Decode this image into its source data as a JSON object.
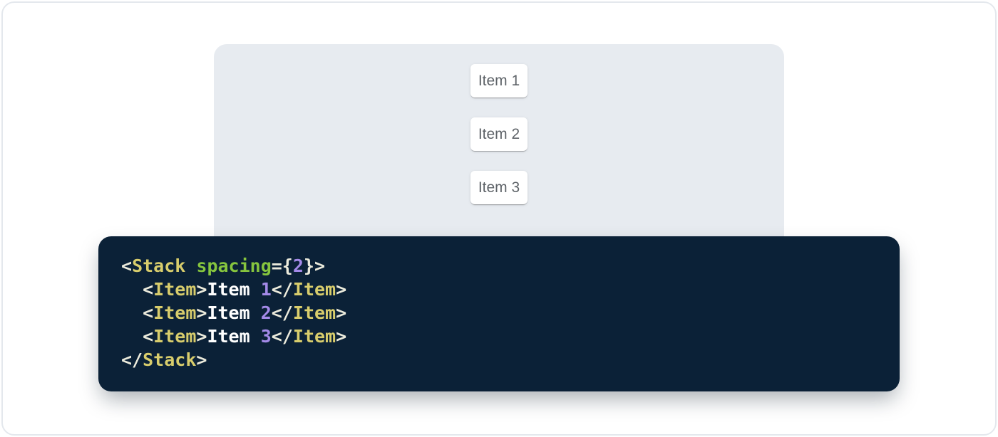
{
  "page": {
    "background": "#ffffff",
    "frame_border_color": "#e4e8ed"
  },
  "demo_panel": {
    "background": "#e7ebf0",
    "items": [
      "Item 1",
      "Item 2",
      "Item 3"
    ],
    "item_text_color": "#5e6368"
  },
  "code_block": {
    "background": "#0b2137",
    "language": "jsx",
    "source": "<Stack spacing={2}>\n  <Item>Item 1</Item>\n  <Item>Item 2</Item>\n  <Item>Item 3</Item>\n</Stack>",
    "token_colors": {
      "punct": "#ECEBDC",
      "tag": "#D8CD6C",
      "attr": "#86C53E",
      "num": "#A48AE8",
      "plain": "#FFFFFF"
    },
    "lines": [
      [
        {
          "t": "punct",
          "v": "<"
        },
        {
          "t": "tag",
          "v": "Stack"
        },
        {
          "t": "plain",
          "v": " "
        },
        {
          "t": "attr",
          "v": "spacing"
        },
        {
          "t": "punct",
          "v": "={"
        },
        {
          "t": "num",
          "v": "2"
        },
        {
          "t": "punct",
          "v": "}>"
        }
      ],
      [
        {
          "t": "plain",
          "v": "  "
        },
        {
          "t": "punct",
          "v": "<"
        },
        {
          "t": "tag",
          "v": "Item"
        },
        {
          "t": "punct",
          "v": ">"
        },
        {
          "t": "plain",
          "v": "Item "
        },
        {
          "t": "num",
          "v": "1"
        },
        {
          "t": "punct",
          "v": "</"
        },
        {
          "t": "tag",
          "v": "Item"
        },
        {
          "t": "punct",
          "v": ">"
        }
      ],
      [
        {
          "t": "plain",
          "v": "  "
        },
        {
          "t": "punct",
          "v": "<"
        },
        {
          "t": "tag",
          "v": "Item"
        },
        {
          "t": "punct",
          "v": ">"
        },
        {
          "t": "plain",
          "v": "Item "
        },
        {
          "t": "num",
          "v": "2"
        },
        {
          "t": "punct",
          "v": "</"
        },
        {
          "t": "tag",
          "v": "Item"
        },
        {
          "t": "punct",
          "v": ">"
        }
      ],
      [
        {
          "t": "plain",
          "v": "  "
        },
        {
          "t": "punct",
          "v": "<"
        },
        {
          "t": "tag",
          "v": "Item"
        },
        {
          "t": "punct",
          "v": ">"
        },
        {
          "t": "plain",
          "v": "Item "
        },
        {
          "t": "num",
          "v": "3"
        },
        {
          "t": "punct",
          "v": "</"
        },
        {
          "t": "tag",
          "v": "Item"
        },
        {
          "t": "punct",
          "v": ">"
        }
      ],
      [
        {
          "t": "punct",
          "v": "</"
        },
        {
          "t": "tag",
          "v": "Stack"
        },
        {
          "t": "punct",
          "v": ">"
        }
      ]
    ]
  }
}
